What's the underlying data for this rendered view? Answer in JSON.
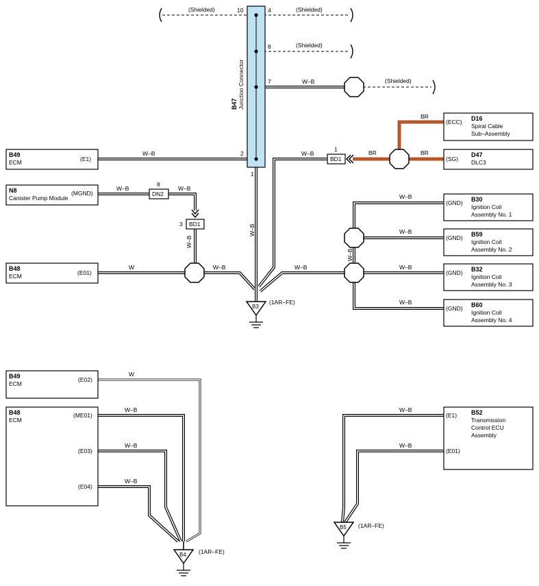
{
  "components": {
    "b47": {
      "code": "B47",
      "name": "Junction Connector"
    },
    "b49_top": {
      "code": "B49",
      "name": "ECM",
      "pin": "(E1)"
    },
    "n8": {
      "code": "N8",
      "name": "Canister Pump Module",
      "pin": "(MGND)"
    },
    "b48_top": {
      "code": "B48",
      "name": "ECM",
      "pin": "(E01)"
    },
    "d16": {
      "code": "D16",
      "name1": "Spiral Cable",
      "name2": "Sub–Assembly",
      "pin": "(ECC)"
    },
    "d47": {
      "code": "D47",
      "name": "DLC3",
      "pin": "(SG)"
    },
    "b30": {
      "code": "B30",
      "name1": "Ignition Coil",
      "name2": "Assembly No. 1",
      "pin": "(GND)"
    },
    "b59": {
      "code": "B59",
      "name1": "Ignition Coil",
      "name2": "Assembly No. 2",
      "pin": "(GND)"
    },
    "b32": {
      "code": "B32",
      "name1": "Ignition Coil",
      "name2": "Assembly No. 3",
      "pin": "(GND)"
    },
    "b60": {
      "code": "B60",
      "name1": "Ignition Coil",
      "name2": "Assembly No. 4",
      "pin": "(GND)"
    },
    "b49_bot": {
      "code": "B49",
      "name": "ECM",
      "pin": "(E02)"
    },
    "b48_bot": {
      "code": "B48",
      "name": "ECM",
      "pins": [
        "(ME01)",
        "(E03)",
        "(E04)"
      ]
    },
    "b52": {
      "code": "B52",
      "name1": "Transmission",
      "name2": "Control ECU",
      "name3": "Assembly",
      "pins": [
        "(E1)",
        "(E01)"
      ]
    }
  },
  "connectors": {
    "dn2": "DN2",
    "bd1": "BD1",
    "dn2_pin": "8",
    "bd1_pin_a": "3",
    "bd1_pin_b": "1"
  },
  "pins": {
    "p10": "10",
    "p4": "4",
    "p8": "8",
    "p7": "7",
    "p2": "2",
    "p1": "1"
  },
  "wires": {
    "wb": "W–B",
    "w": "W",
    "br": "BR",
    "shielded": "(Shielded)"
  },
  "grounds": {
    "b3": {
      "code": "B3",
      "note": "(1AR–FE)"
    },
    "b4": {
      "code": "B4",
      "note": "(1AR–FE)"
    },
    "b5": {
      "code": "B5",
      "note": "(1AR–FE)"
    }
  },
  "colors": {
    "junction": "#bfe3f3",
    "br_wire": "#b5582e"
  }
}
